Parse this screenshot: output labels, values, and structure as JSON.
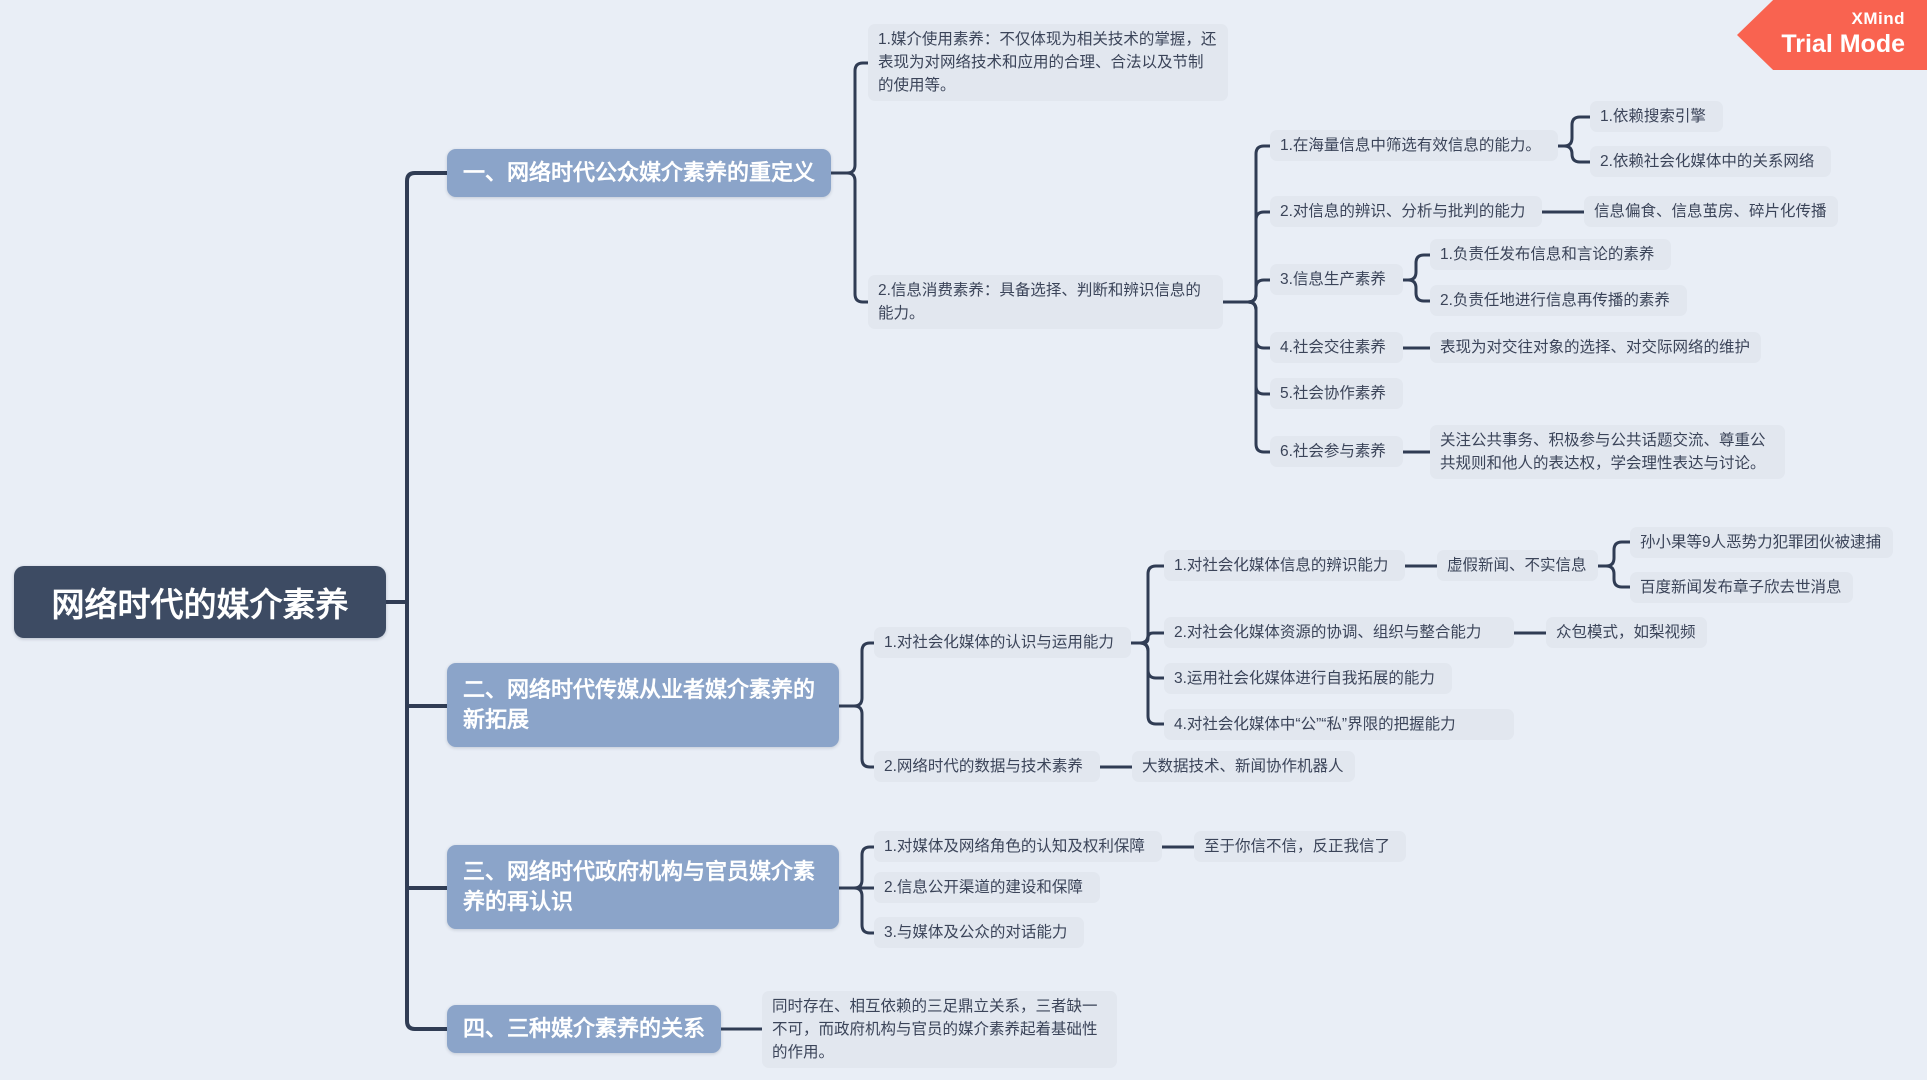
{
  "badge": {
    "brand": "XMind",
    "mode": "Trial Mode"
  },
  "root": "网络时代的媒介素养",
  "b1": {
    "label": "一、网络时代公众媒介素养的重定义",
    "t1": "1.媒介使用素养：不仅体现为相关技术的掌握，还表现为对网络技术和应用的合理、合法以及节制的使用等。",
    "t2": {
      "label": "2.信息消费素养：具备选择、判断和辨识信息的能力。",
      "s1": {
        "label": "1.在海量信息中筛选有效信息的能力。",
        "c1": "1.依赖搜索引擎",
        "c2": "2.依赖社会化媒体中的关系网络"
      },
      "s2": {
        "label": "2.对信息的辨识、分析与批判的能力",
        "note": "信息偏食、信息茧房、碎片化传播"
      },
      "s3": {
        "label": "3.信息生产素养",
        "c1": "1.负责任发布信息和言论的素养",
        "c2": "2.负责任地进行信息再传播的素养"
      },
      "s4": {
        "label": "4.社会交往素养",
        "note": "表现为对交往对象的选择、对交际网络的维护"
      },
      "s5": {
        "label": "5.社会协作素养"
      },
      "s6": {
        "label": "6.社会参与素养",
        "note": "关注公共事务、积极参与公共话题交流、尊重公共规则和他人的表达权，学会理性表达与讨论。"
      }
    }
  },
  "b2": {
    "label": "二、网络时代传媒从业者媒介素养的新拓展",
    "t1": {
      "label": "1.对社会化媒体的认识与运用能力",
      "s1": {
        "label": "1.对社会化媒体信息的辨识能力",
        "note": "虚假新闻、不实信息",
        "c1": "孙小果等9人恶势力犯罪团伙被逮捕",
        "c2": "百度新闻发布章子欣去世消息"
      },
      "s2": {
        "label": "2.对社会化媒体资源的协调、组织与整合能力",
        "note": "众包模式，如梨视频"
      },
      "s3": {
        "label": "3.运用社会化媒体进行自我拓展的能力"
      },
      "s4": {
        "label": "4.对社会化媒体中“公”“私”界限的把握能力"
      }
    },
    "t2": {
      "label": "2.网络时代的数据与技术素养",
      "note": "大数据技术、新闻协作机器人"
    }
  },
  "b3": {
    "label": "三、网络时代政府机构与官员媒介素养的再认识",
    "t1": {
      "label": "1.对媒体及网络角色的认知及权利保障",
      "note": "至于你信不信，反正我信了"
    },
    "t2": {
      "label": "2.信息公开渠道的建设和保障"
    },
    "t3": {
      "label": "3.与媒体及公众的对话能力"
    }
  },
  "b4": {
    "label": "四、三种媒介素养的关系",
    "note": "同时存在、相互依赖的三足鼎立关系，三者缺一不可，而政府机构与官员的媒介素养起着基础性的作用。"
  },
  "colors": {
    "background": "#e9eef6",
    "root_bg": "#3d4b63",
    "branch_bg": "#8ba4c9",
    "topic_bg": "#e2e7ef",
    "topic_text": "#3b4459",
    "line": "#303c54",
    "badge_bg": "#f96350"
  }
}
